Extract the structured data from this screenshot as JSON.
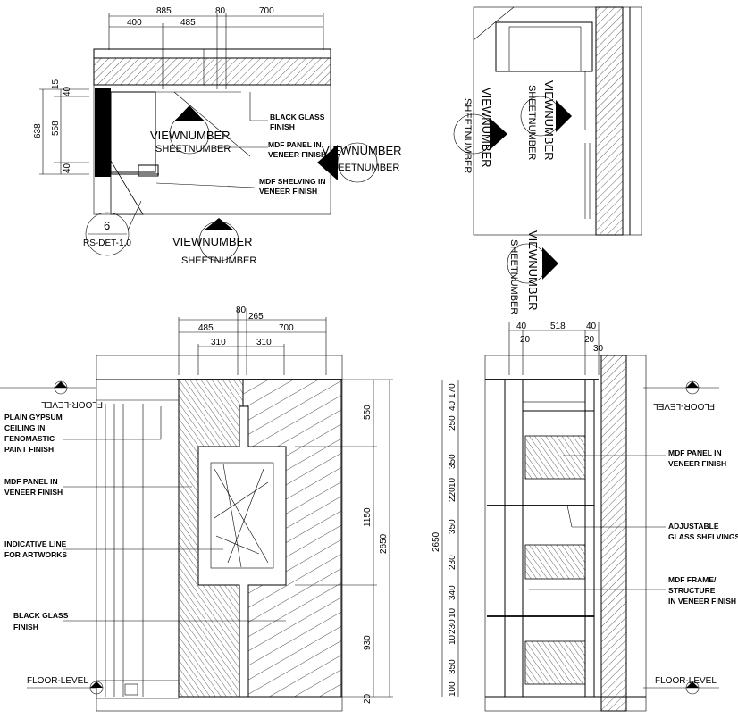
{
  "plan_dims": {
    "overall": "885",
    "left_a": "400",
    "left_b": "485",
    "mid": "80",
    "right": "700"
  },
  "plan_side_dims": {
    "total": "638",
    "inner": "558",
    "top_a": "15",
    "top_b": "40",
    "bottom": "40"
  },
  "plan_notes": {
    "glass_1": "BLACK GLASS",
    "glass_2": "FINISH",
    "mdf_1": "MDF PANEL IN",
    "mdf_2": "VENEER FINISH",
    "shelf_1": "MDF SHELVING IN",
    "shelf_2": "VENEER FINISH"
  },
  "view_tag": {
    "view": "VIEWNUMBER",
    "sheet": "SHEETNUMBER"
  },
  "detail": {
    "number": "6",
    "ref": "RS-DET-1.0"
  },
  "front_top_dims": {
    "a": "80",
    "b": "265",
    "c": "485",
    "d": "700",
    "e": "310",
    "f": "310"
  },
  "front_right_dims": {
    "top": "550",
    "mid": "1150",
    "bot": "930",
    "total": "2650",
    "base": "20"
  },
  "front_notes": {
    "ceil_1": "PLAIN GYPSUM",
    "ceil_2": "CEILING IN",
    "ceil_3": "FENOMASTIC",
    "ceil_4": "PAINT FINISH",
    "mdf_1": "MDF PANEL IN",
    "mdf_2": "VENEER FINISH",
    "art_1": "INDICATIVE LINE",
    "art_2": "FOR ARTWORKS",
    "glass_1": "BLACK GLASS",
    "glass_2": "FINISH"
  },
  "level_labels": {
    "top": "FLOOR-LEVEL",
    "bottom": "FLOOR-LEVEL"
  },
  "side_top_dims": {
    "a": "40",
    "b": "518",
    "c": "40",
    "d": "20",
    "e": "20",
    "f": "30"
  },
  "side_left_dims": {
    "total": "2650",
    "d1": "170",
    "d2": "40",
    "d3": "250",
    "d4": "350",
    "d5": "10",
    "d6": "220",
    "d7": "350",
    "d8": "230",
    "d9": "340",
    "d10": "10",
    "d11": "230",
    "d12": "10",
    "d13": "350",
    "d14": "100"
  },
  "side_notes": {
    "mdf_1": "MDF PANEL IN",
    "mdf_2": "VENEER FINISH",
    "adj_1": "ADJUSTABLE",
    "adj_2": "GLASS SHELVINGS",
    "frame_1": "MDF FRAME/",
    "frame_2": "STRUCTURE",
    "frame_3": "IN VENEER FINISH"
  }
}
